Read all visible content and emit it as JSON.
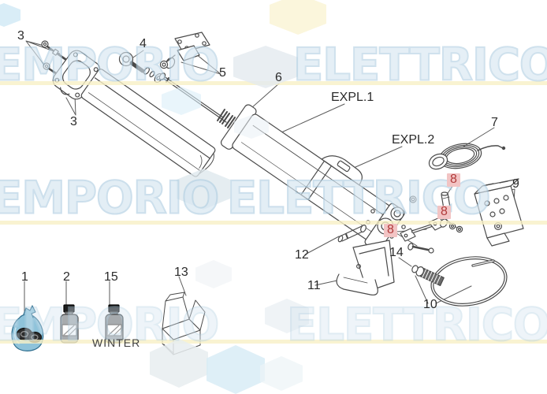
{
  "diagram": {
    "labels": [
      {
        "id": "callout-3a",
        "text": "3",
        "highlight": false
      },
      {
        "id": "callout-3b",
        "text": "3",
        "highlight": false
      },
      {
        "id": "callout-4",
        "text": "4",
        "highlight": false
      },
      {
        "id": "callout-5",
        "text": "5",
        "highlight": false
      },
      {
        "id": "callout-6",
        "text": "6",
        "highlight": false
      },
      {
        "id": "callout-expl1",
        "text": "EXPL.1",
        "highlight": false
      },
      {
        "id": "callout-expl2",
        "text": "EXPL.2",
        "highlight": false
      },
      {
        "id": "callout-7",
        "text": "7",
        "highlight": false
      },
      {
        "id": "callout-8a",
        "text": "8",
        "highlight": true
      },
      {
        "id": "callout-9",
        "text": "9",
        "highlight": false
      },
      {
        "id": "callout-8b",
        "text": "8",
        "highlight": true
      },
      {
        "id": "callout-8c",
        "text": "8",
        "highlight": true
      },
      {
        "id": "callout-12",
        "text": "12",
        "highlight": false
      },
      {
        "id": "callout-14",
        "text": "14",
        "highlight": false
      },
      {
        "id": "callout-11",
        "text": "11",
        "highlight": false
      },
      {
        "id": "callout-10",
        "text": "10",
        "highlight": false
      },
      {
        "id": "callout-1",
        "text": "1",
        "highlight": false
      },
      {
        "id": "callout-2",
        "text": "2",
        "highlight": false
      },
      {
        "id": "callout-15",
        "text": "15",
        "highlight": false
      },
      {
        "id": "callout-13",
        "text": "13",
        "highlight": false
      },
      {
        "id": "caption-winter",
        "text": "WINTER",
        "highlight": false
      }
    ],
    "colors": {
      "line": "#4a4a4a",
      "highlight_bg": "#f2c4c4",
      "highlight_text": "#b03a3a",
      "bag_blue": "#8fc3da",
      "bottle_gray": "#a7abae",
      "cap_black": "#1d1d1d"
    }
  },
  "watermark": {
    "rows": [
      {
        "left": "EMPORIO",
        "right": "ELETTRICO"
      },
      {
        "left": "EMPORIO",
        "right": "ELETTRICO"
      },
      {
        "left": "EMPORIO",
        "right": "ELETTRICO"
      }
    ],
    "text_color": "#d6e6f1",
    "stroke_color": "#b2d0e3",
    "stripe_color": "#f7f0c6"
  }
}
